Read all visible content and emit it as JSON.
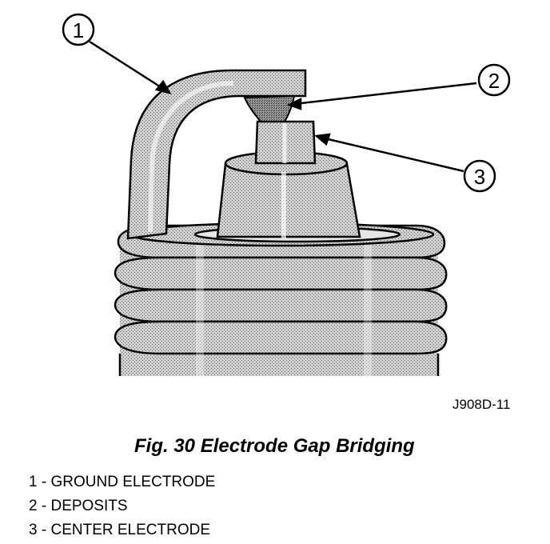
{
  "figure": {
    "code": "J908D-11",
    "caption": "Fig. 30 Electrode Gap Bridging"
  },
  "callouts": [
    {
      "number": "1"
    },
    {
      "number": "2"
    },
    {
      "number": "3"
    }
  ],
  "legend": [
    {
      "number": "1",
      "separator": " - ",
      "label": "GROUND ELECTRODE"
    },
    {
      "number": "2",
      "separator": " - ",
      "label": "DEPOSITS"
    },
    {
      "number": "3",
      "separator": " - ",
      "label": "CENTER ELECTRODE"
    }
  ],
  "colors": {
    "ink": "#000000",
    "shade": "#bdbdbd",
    "light_shade": "#d9d9d9",
    "paper": "#ffffff"
  }
}
